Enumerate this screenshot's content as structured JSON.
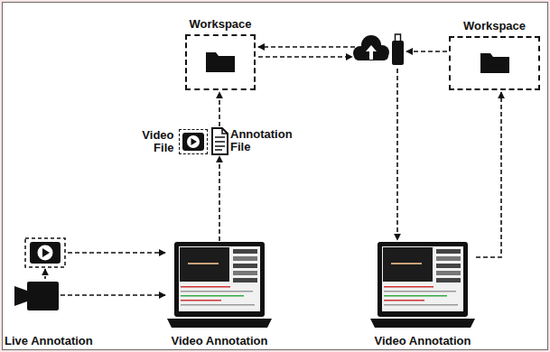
{
  "diagram": {
    "nodes": [
      {
        "text": [
          "Workspace"
        ]
      },
      {
        "text": [
          "Workspace"
        ]
      },
      {
        "text": [
          "Video File"
        ]
      },
      {
        "text": [
          "Annotation File"
        ]
      },
      {
        "text": [
          "Live Annotation"
        ]
      },
      {
        "text": [
          "Video Annotation"
        ]
      },
      {
        "text": [
          "Video Annotation"
        ]
      }
    ],
    "edges": [
      {
        "from": 4,
        "to": 5,
        "arrow": "to"
      },
      {
        "from": 5,
        "to": 3,
        "arrow": "to"
      },
      {
        "from": 3,
        "to": 0,
        "arrow": "to"
      },
      {
        "from": 6,
        "to": 1,
        "arrow": "to"
      }
    ]
  }
}
